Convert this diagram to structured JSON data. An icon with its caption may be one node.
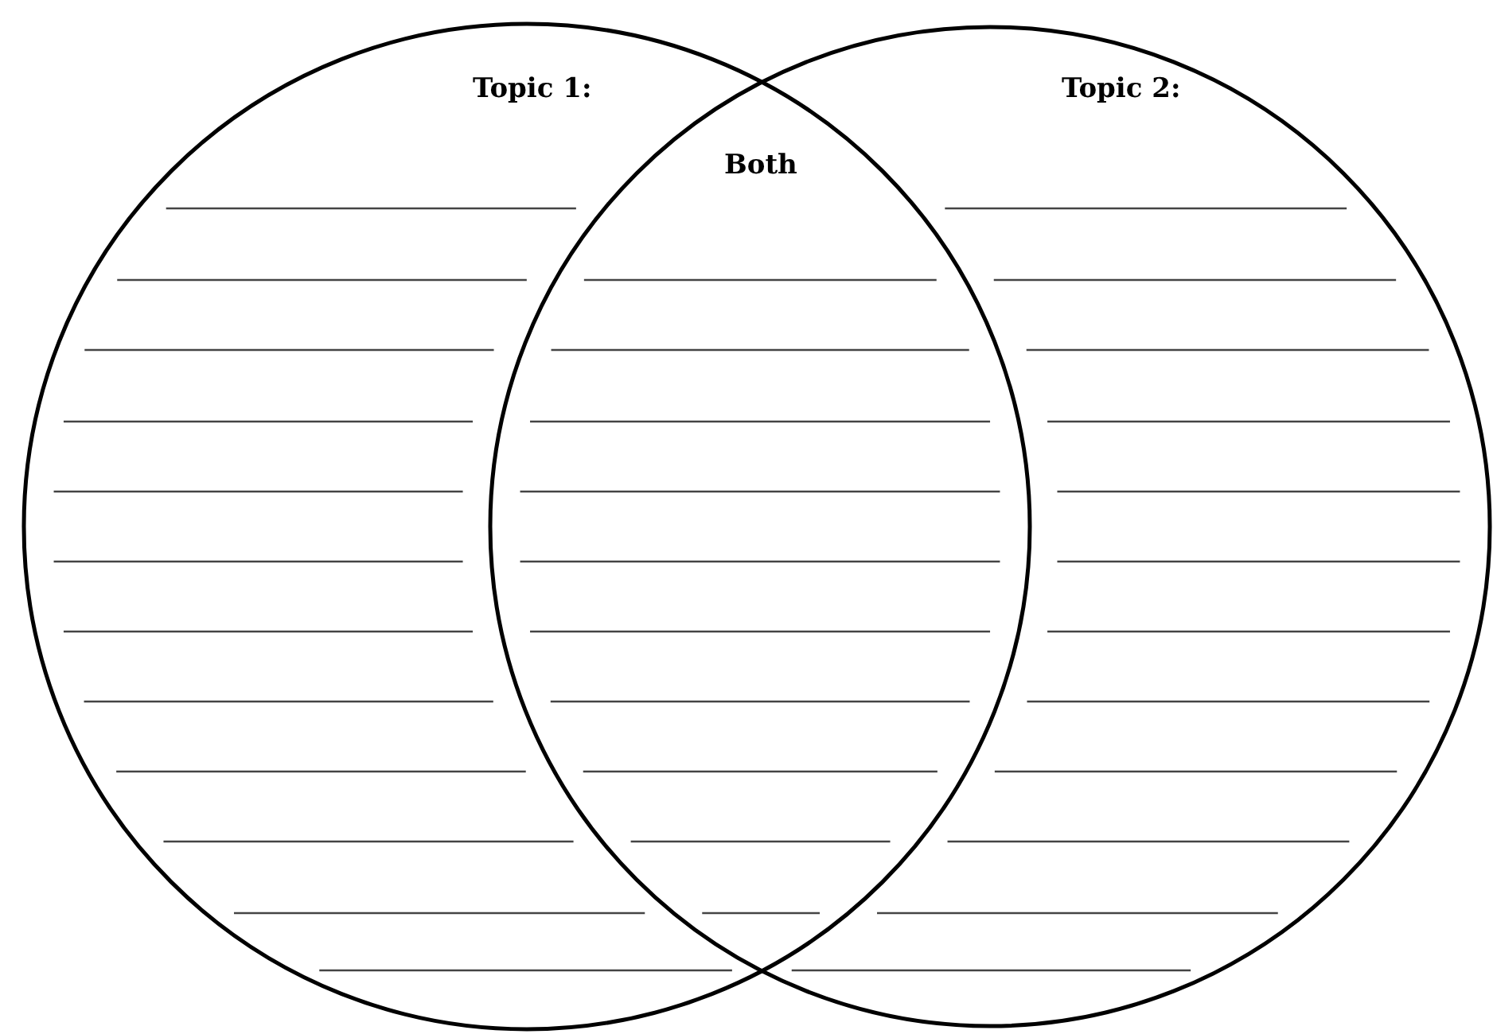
{
  "diagram": {
    "nodes": [
      {
        "text": [
          "Topic 1:"
        ]
      },
      {
        "text": [
          "Topic 2:"
        ]
      }
    ],
    "edges": [],
    "labels": [
      "Both"
    ]
  }
}
